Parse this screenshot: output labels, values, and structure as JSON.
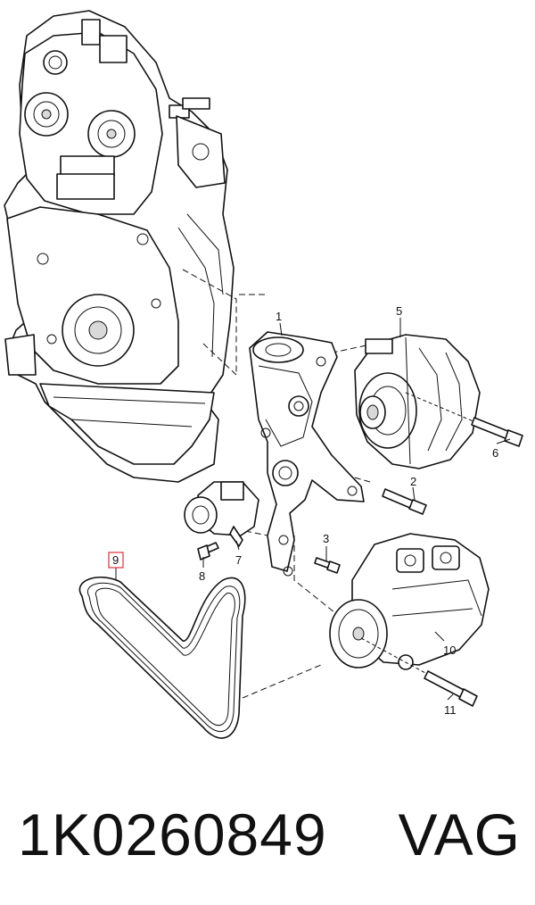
{
  "callouts": {
    "c1": "1",
    "c2": "2",
    "c3": "3",
    "c5": "5",
    "c6": "6",
    "c7": "7",
    "c8": "8",
    "c9": "9",
    "c10": "10",
    "c11": "11"
  },
  "highlight_color": "#e0303a",
  "caption": {
    "part_number": "1K0260849",
    "brand": "VAG"
  }
}
